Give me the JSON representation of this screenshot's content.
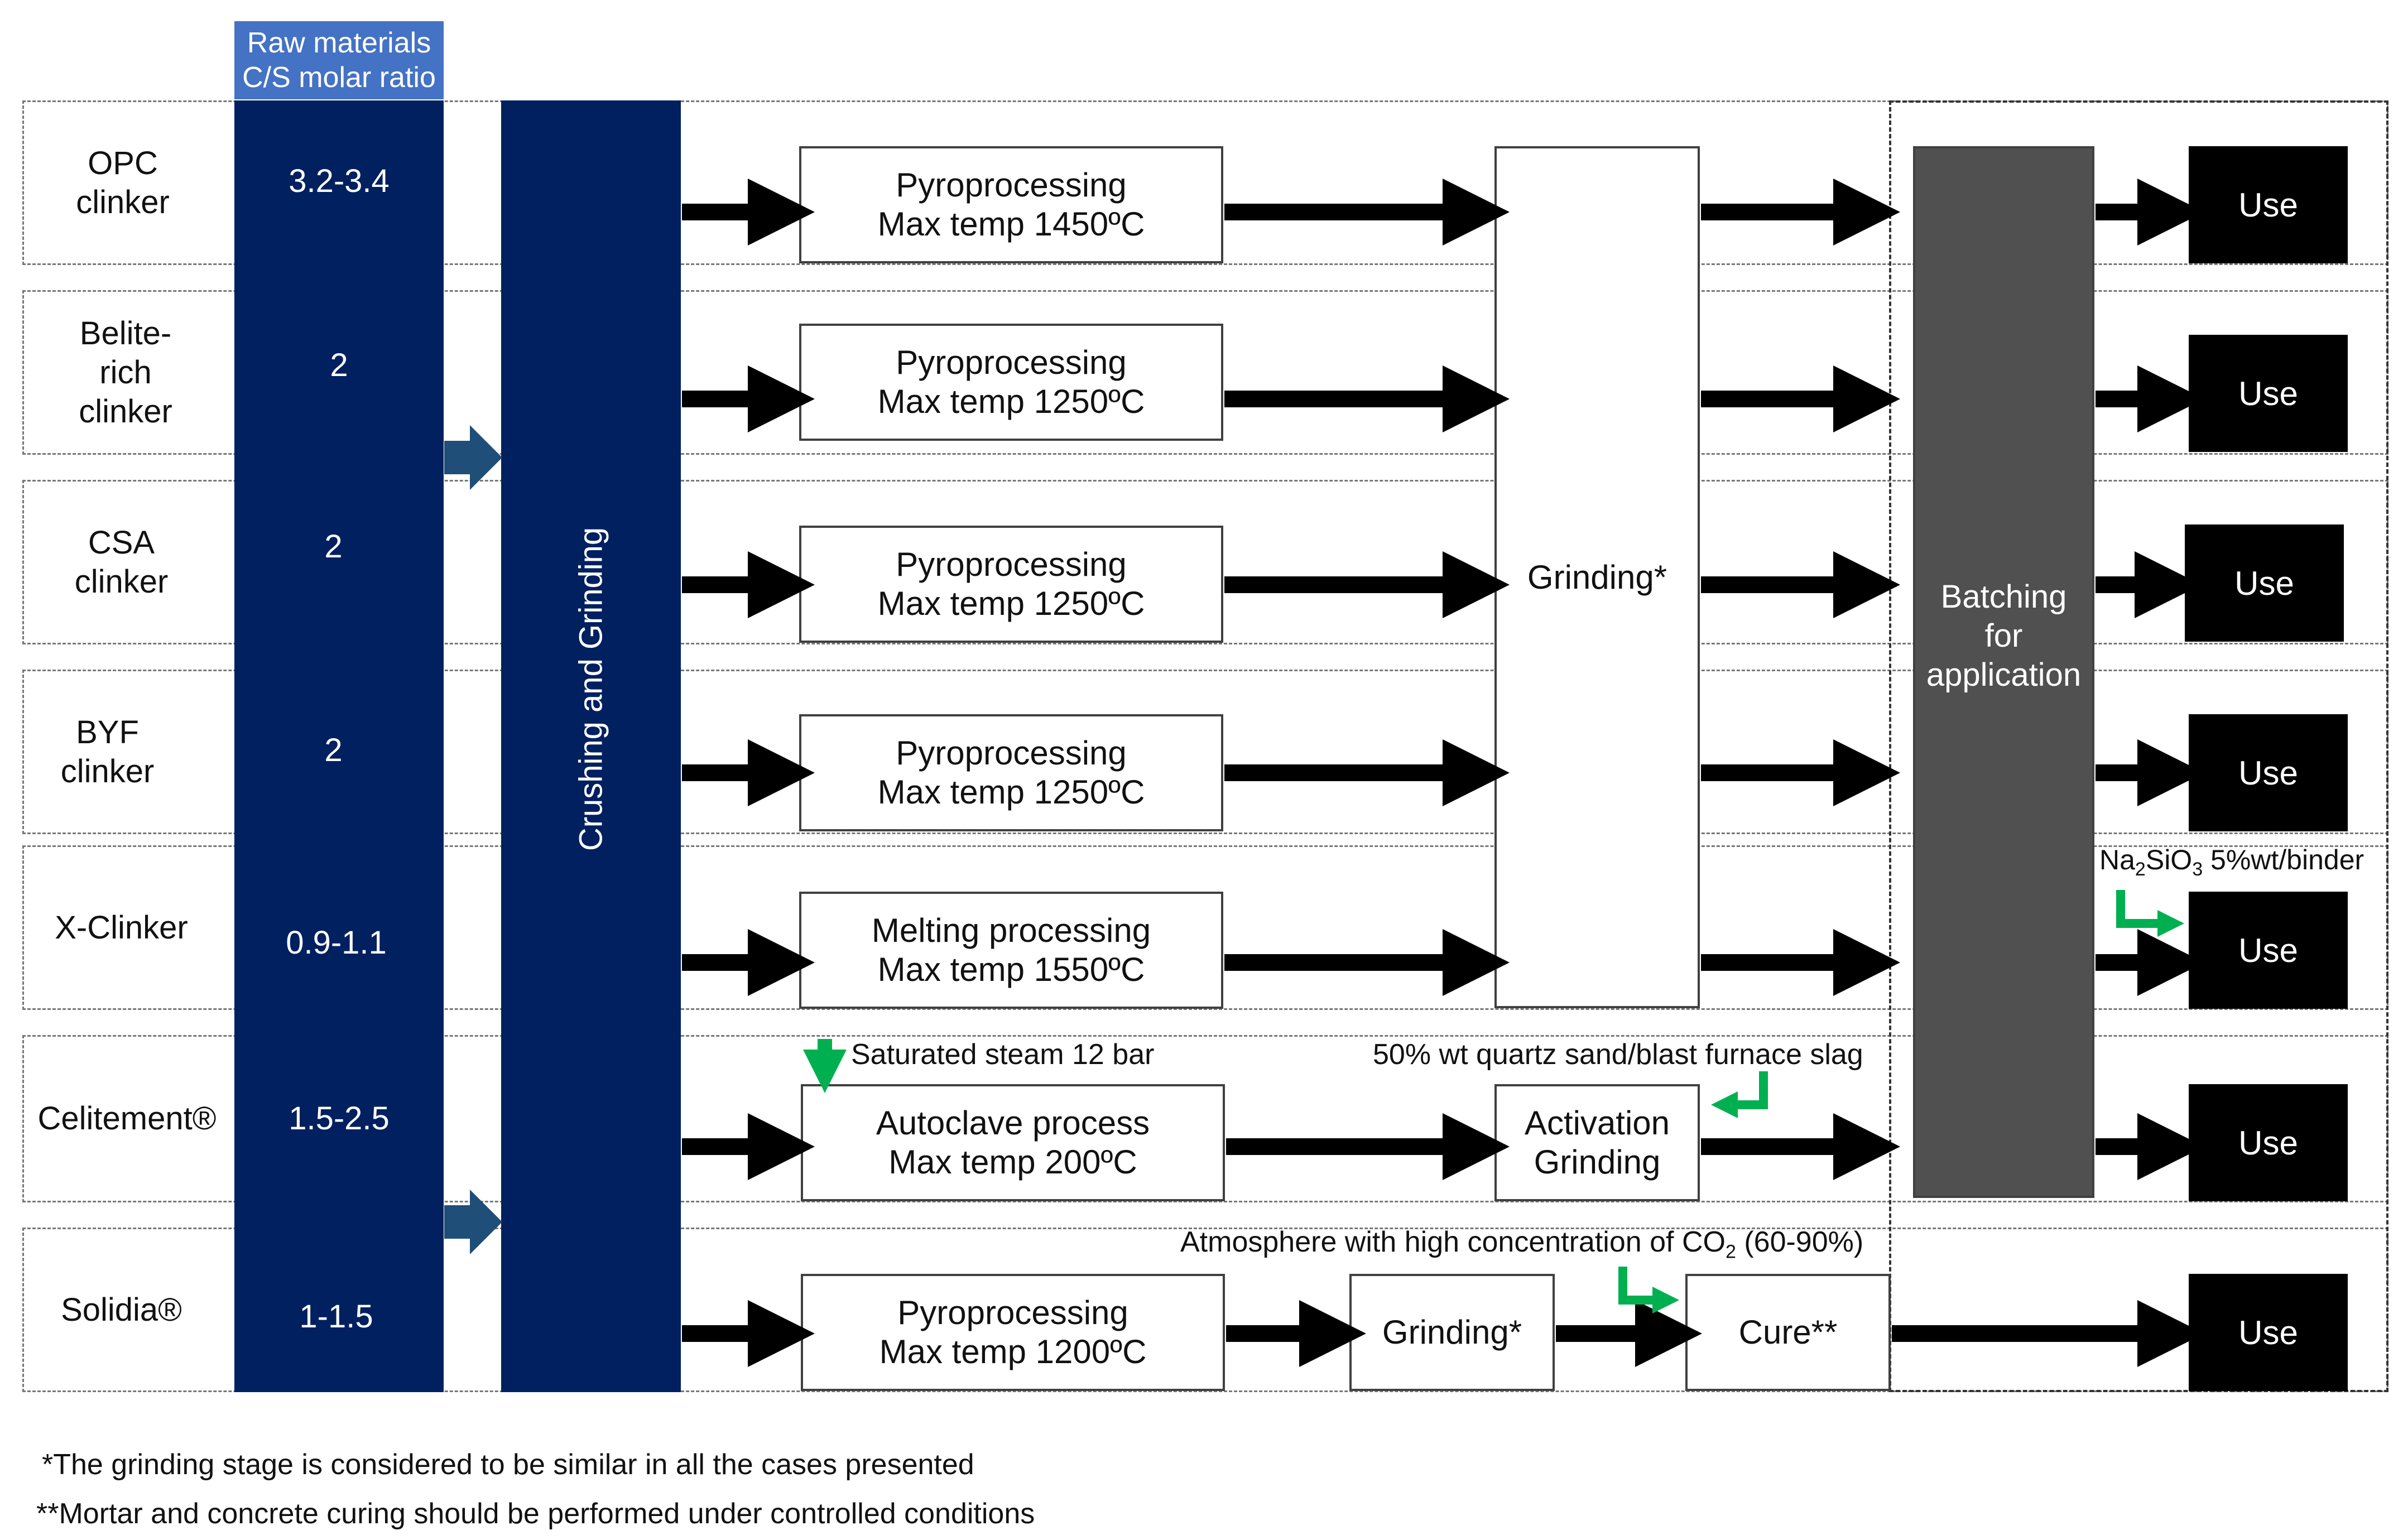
{
  "header": {
    "raw_materials": "Raw materials\nC/S molar ratio"
  },
  "crushing_label": "Crushing and Grinding",
  "rows": [
    {
      "name": "OPC\nclinker",
      "cs": "3.2-3.4",
      "process": "Pyroprocessing\nMax temp 1450ºC",
      "use": "Use"
    },
    {
      "name": "Belite-\nrich\nclinker",
      "cs": "2",
      "process": "Pyroprocessing\nMax temp 1250ºC",
      "use": "Use"
    },
    {
      "name": "CSA\nclinker",
      "cs": "2",
      "process": "Pyroprocessing\nMax temp 1250ºC",
      "use": "Use"
    },
    {
      "name": "BYF\nclinker",
      "cs": "2",
      "process": "Pyroprocessing\nMax temp 1250ºC",
      "use": "Use"
    },
    {
      "name": "X-Clinker",
      "cs": "0.9-1.1",
      "process": "Melting processing\nMax temp 1550ºC",
      "use": "Use"
    },
    {
      "name": "Celitement®",
      "cs": "1.5-2.5",
      "process": "Autoclave process\nMax temp 200ºC",
      "use": "Use"
    },
    {
      "name": "Solidia®",
      "cs": "1-1.5",
      "process": "Pyroprocessing\nMax temp 1200ºC",
      "use": "Use"
    }
  ],
  "grinding_main": "Grinding*",
  "batching": "Batching\nfor\napplication",
  "activation": "Activation\nGrinding",
  "solidia_grinding": "Grinding*",
  "cure": "Cure**",
  "notes": {
    "na2sio3_pre": "Na",
    "na2sio3_sub1": "2",
    "na2sio3_mid": "SiO",
    "na2sio3_sub2": "3",
    "na2sio3_post": " 5%wt/binder",
    "steam": "Saturated steam 12 bar",
    "quartz": "50% wt  quartz sand/blast furnace slag",
    "co2_pre": "Atmosphere with high concentration of CO",
    "co2_sub": "2",
    "co2_post": " (60-90%)"
  },
  "footnotes": {
    "f1": "*The grinding stage is considered to be similar in all the  cases presented",
    "f2": "**Mortar and concrete curing should be performed under controlled conditions"
  },
  "colors": {
    "navy": "#002060",
    "header_blue": "#4472c4",
    "batching_gray": "#505050",
    "green_arrow": "#00b050",
    "arrow_black": "#000000",
    "chevron_blue": "#1f4e79"
  }
}
